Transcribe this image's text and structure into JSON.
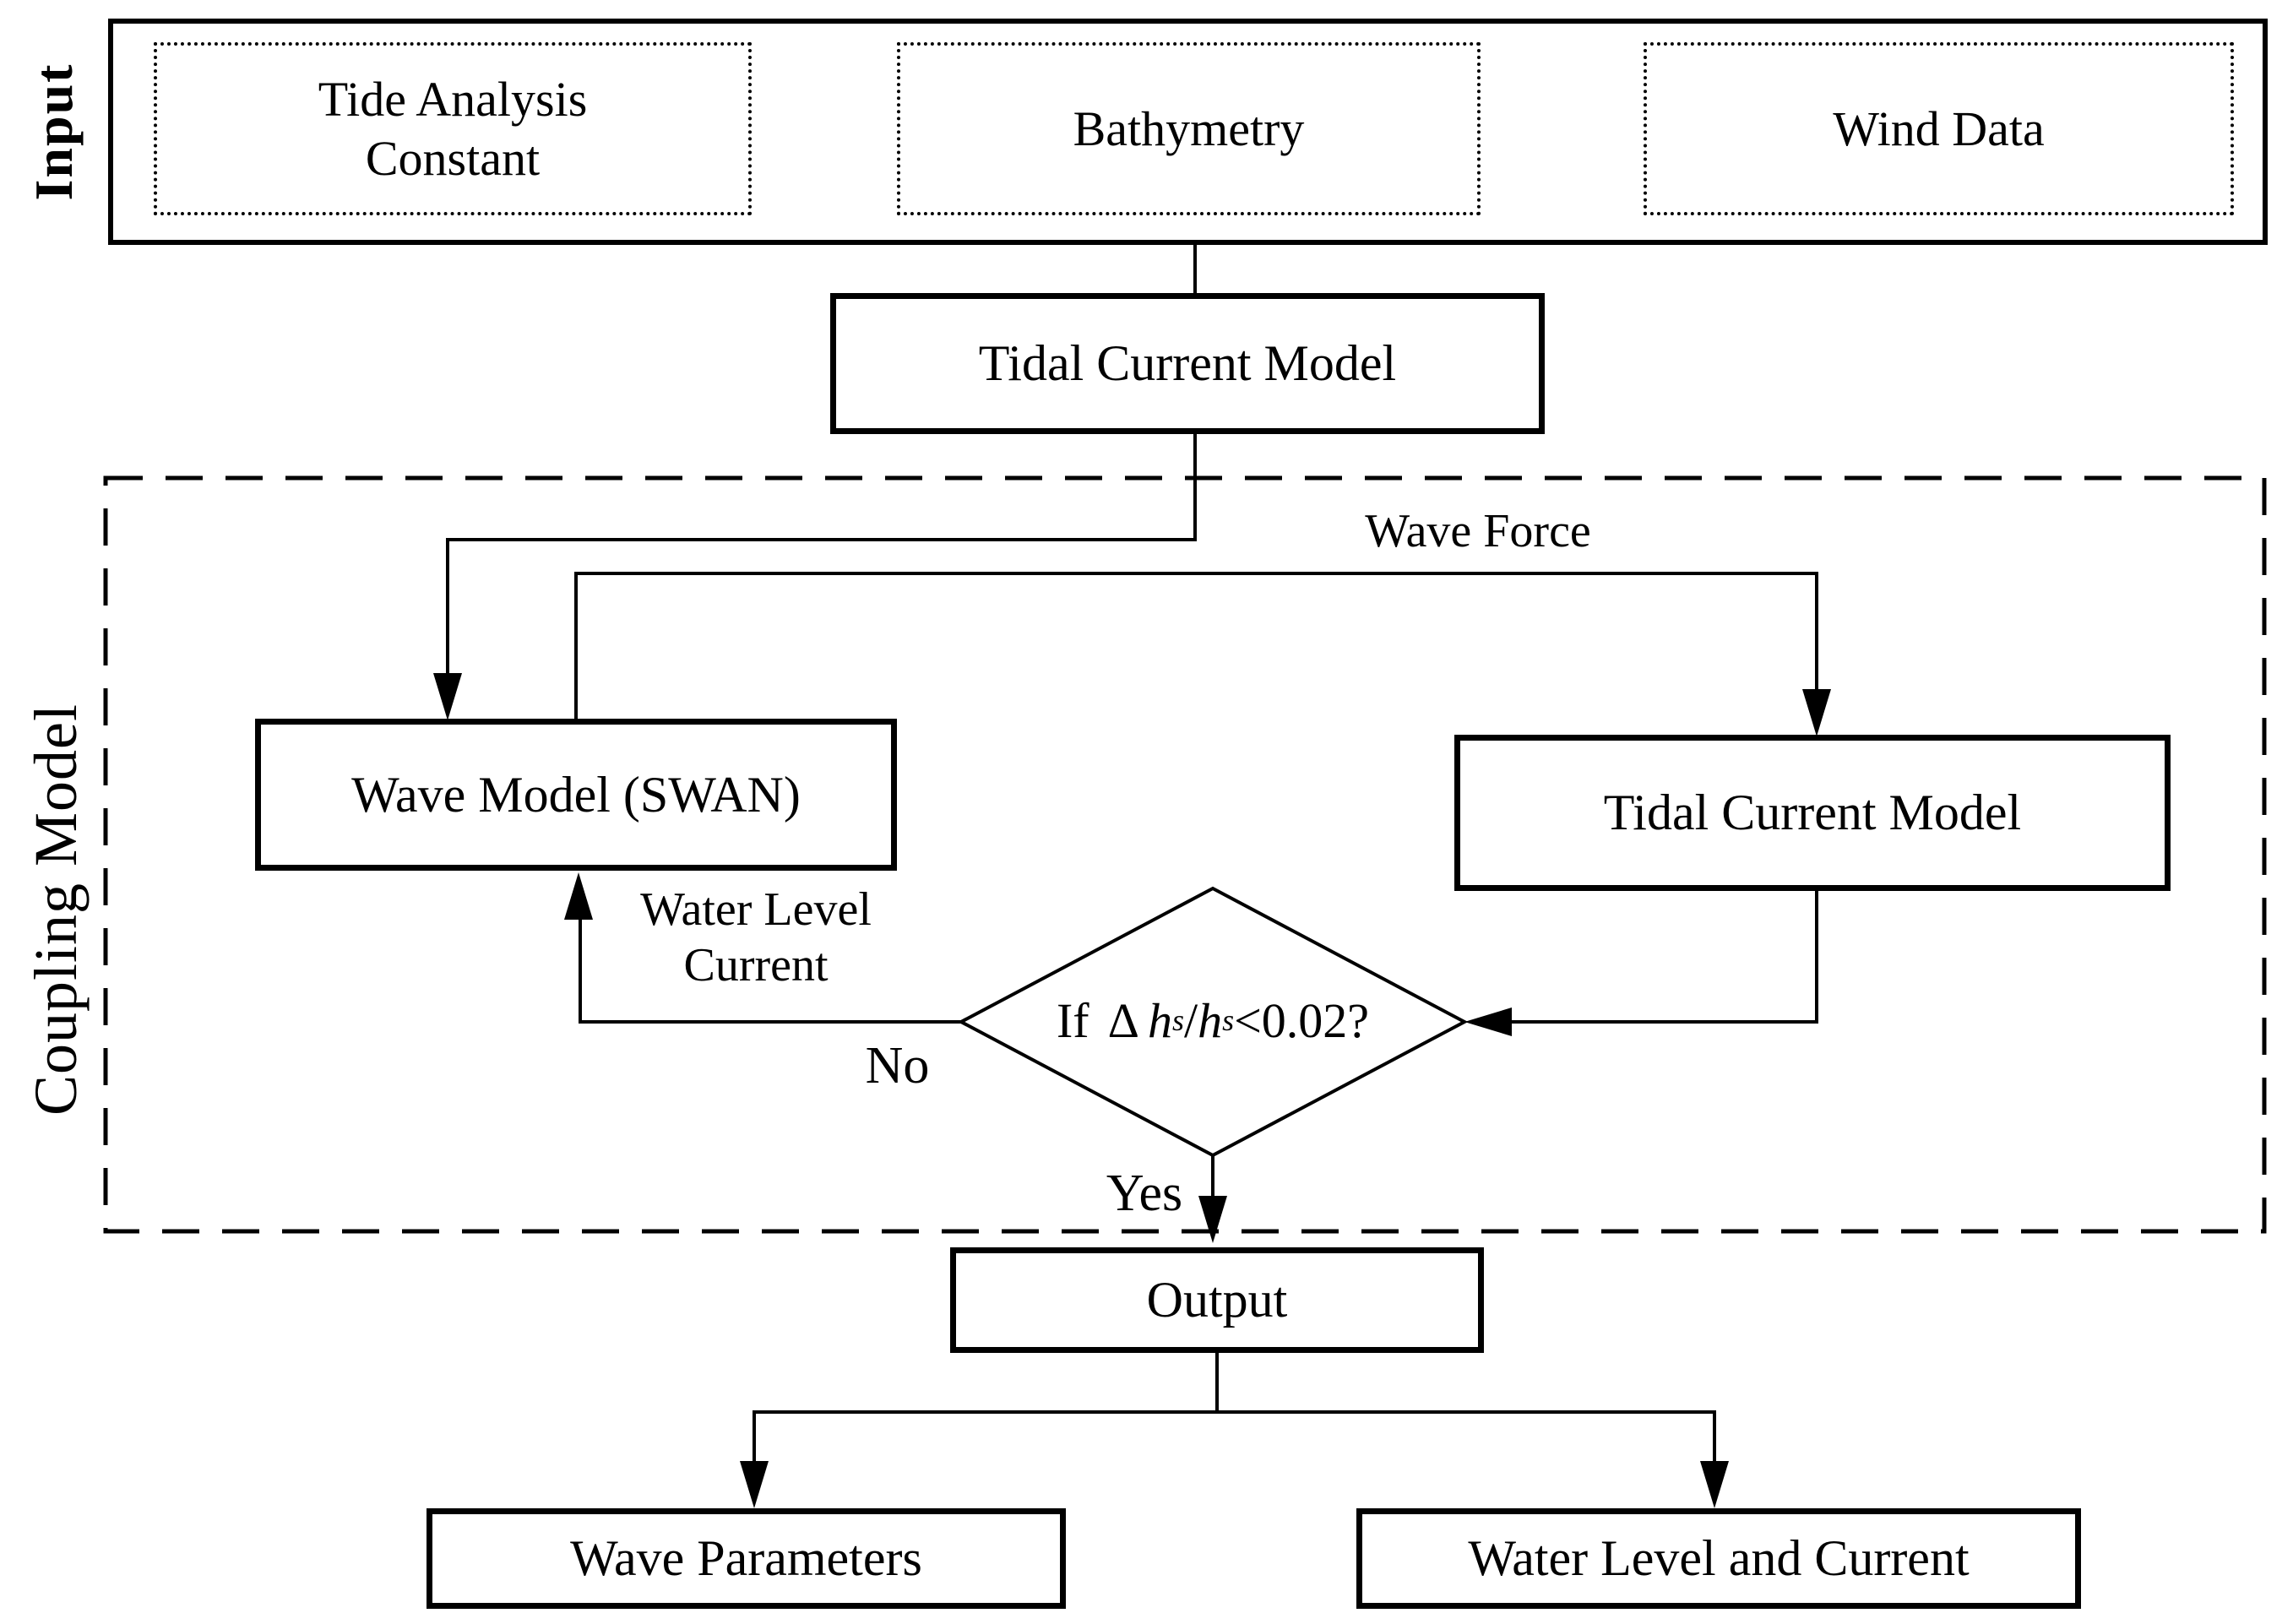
{
  "figure": {
    "input_section": {
      "label": "Input",
      "boxes": [
        {
          "label": "Tide Analysis Constant"
        },
        {
          "label": "Bathymetry"
        },
        {
          "label": "Wind Data"
        }
      ]
    },
    "tidal_current_model": {
      "label": "Tidal Current Model"
    },
    "coupling_section": {
      "label": "Coupling Model",
      "wave_model": {
        "label": "Wave Model (SWAN)"
      },
      "tidal_current_model_2": {
        "label": "Tidal Current Model"
      },
      "decision": {
        "if": "If",
        "delta": "Δ",
        "h": "h",
        "sub": "s",
        "slash": "/",
        "tail": "<0.02?"
      },
      "labels": {
        "wave_force": "Wave Force",
        "water_level": "Water Level",
        "current": "Current",
        "no": "No",
        "yes": "Yes"
      }
    },
    "output_section": {
      "output": {
        "label": "Output"
      },
      "wave_parameters": {
        "label": "Wave Parameters"
      },
      "water_level_current": {
        "label": "Water Level and Current"
      }
    },
    "colors": {
      "line": "#000000",
      "background": "#ffffff"
    }
  }
}
